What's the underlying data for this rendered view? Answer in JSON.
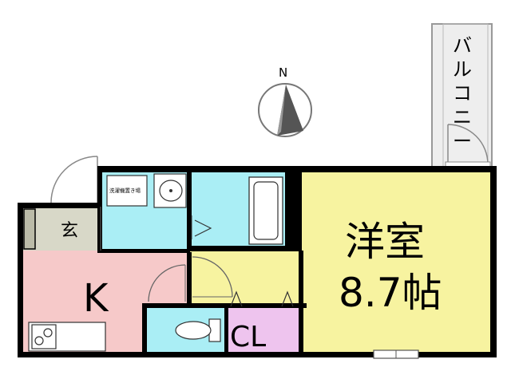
{
  "compass": {
    "label": "N"
  },
  "rooms": {
    "western_room": {
      "name": "洋室",
      "size": "8.7帖"
    },
    "kitchen": {
      "name": "K"
    },
    "entrance": {
      "name": "玄"
    },
    "closet": {
      "name": "CL"
    },
    "balcony": {
      "name": "バルコニー",
      "chars": [
        "バ",
        "ル",
        "コ",
        "ニ",
        "ー"
      ]
    },
    "laundry": {
      "name": "洗濯機置き場"
    }
  },
  "colors": {
    "western_room": "#f7f3a0",
    "hallway": "#f7f3a0",
    "kitchen": "#f6c9c9",
    "wet_areas": "#aaeef5",
    "closet": "#eec4ee",
    "entrance": "#d8d8c8",
    "balcony": "#eeeeee",
    "walls": "#000000"
  }
}
